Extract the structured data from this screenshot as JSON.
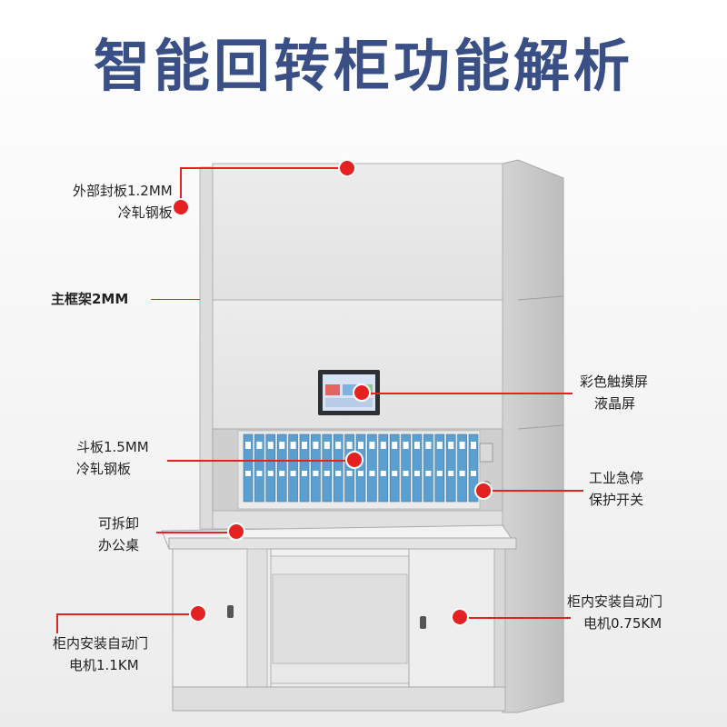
{
  "title": "智能回转柜功能解析",
  "labels": {
    "outer_panel": [
      "外部封板1.2MM",
      "冷轧钢板"
    ],
    "main_frame": [
      "主框架2MM"
    ],
    "touch_screen": [
      "彩色触摸屏",
      "液晶屏"
    ],
    "tray_panel": [
      "斗板1.5MM",
      "冷轧钢板"
    ],
    "emergency_stop": [
      "工业急停",
      "保护开关"
    ],
    "desk": [
      "可拆卸",
      "办公桌"
    ],
    "motor_left": [
      "柜内安装自动门",
      "电机1.1KM"
    ],
    "motor_right": [
      "柜内安装自动门",
      "电机0.75KM"
    ]
  },
  "colors": {
    "title": "#3a4f86",
    "accent": "#e52222",
    "cabinet": "#e6e6e6",
    "folder": "#5a9fcf"
  },
  "icons": [
    "keyhole-icon",
    "touch-screen-icon"
  ]
}
